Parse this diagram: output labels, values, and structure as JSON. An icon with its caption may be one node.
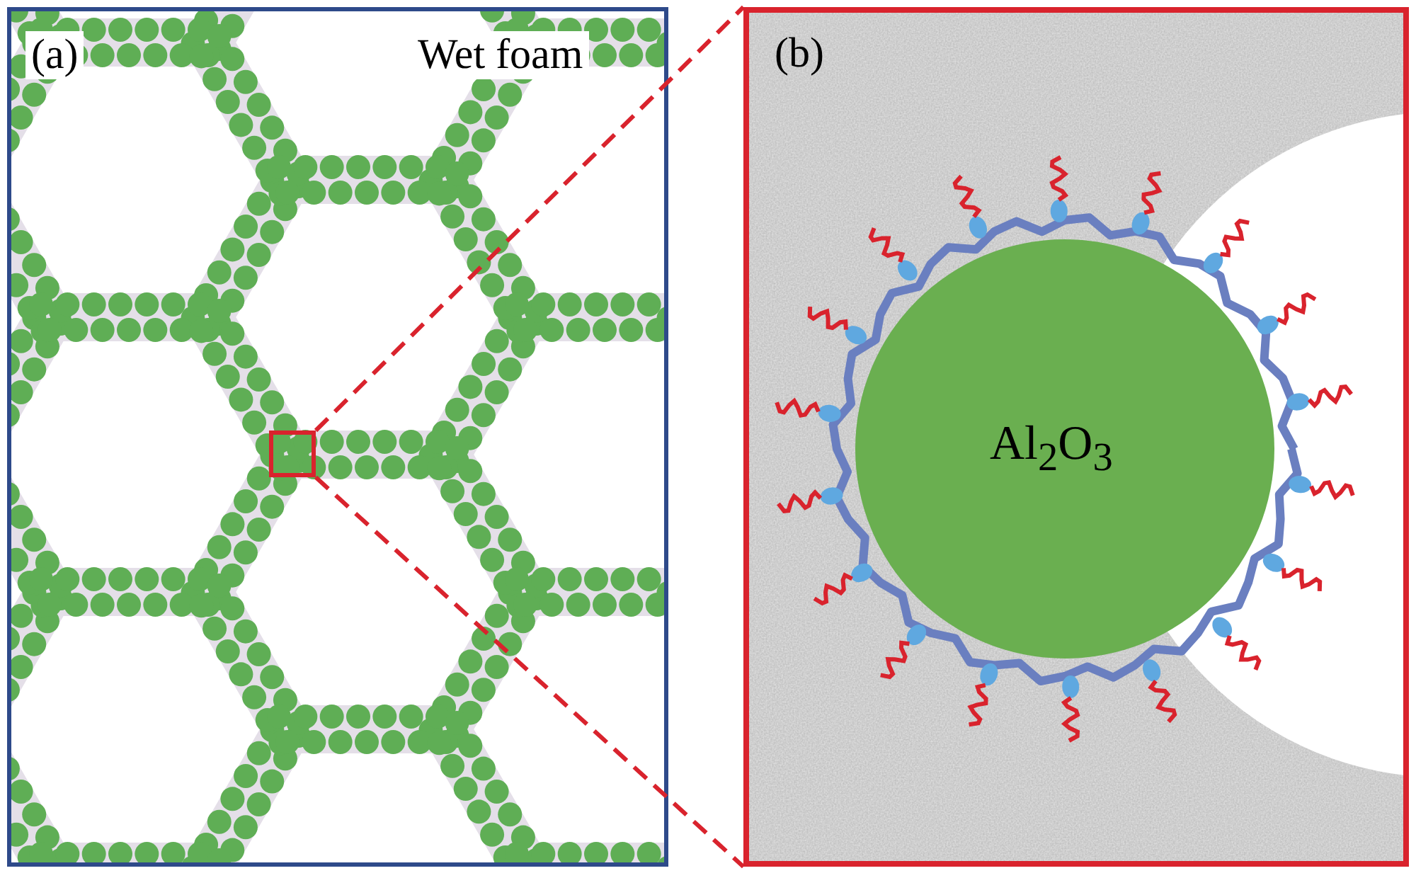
{
  "diagram": {
    "nodes": [
      {
        "text": [
          "(a)",
          "Wet foam"
        ]
      },
      {
        "text": [],
        "shape": "box",
        "in": 0
      },
      {
        "text": [
          "(b)"
        ]
      },
      {
        "text": [
          "Al$_{2}$O$_{3}$"
        ],
        "in": 2
      }
    ],
    "edges": [
      {
        "from": 1,
        "to": 2,
        "arrow": "none",
        "style": "dashed",
        "color": "#d9232d"
      },
      {
        "from": 1,
        "to": 2,
        "arrow": "none",
        "style": "dashed",
        "color": "#d9232d"
      }
    ]
  }
}
